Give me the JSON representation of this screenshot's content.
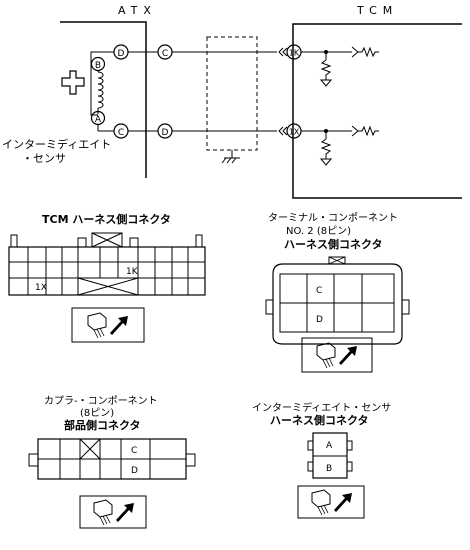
{
  "atx_label": "ATX",
  "tcm_label": "TCM",
  "pins": {
    "atx_d": "D",
    "atx_b": "B",
    "atx_a": "A",
    "atx_c": "C",
    "mid_c": "C",
    "mid_d": "D",
    "tcm_1k": "1K",
    "tcm_1x": "1X"
  },
  "sensor_label_line1": "インターミディエイト",
  "sensor_label_line2": "・センサ",
  "connectors": {
    "tcm": {
      "title": "TCM ハーネス側コネクタ",
      "cell_1k": "1K",
      "cell_1x": "1X"
    },
    "terminal": {
      "title_line1": "ターミナル・コンポーネント",
      "title_line2": "NO. 2 (8ピン)",
      "title_line3": "ハーネス側コネクタ",
      "cell_c": "C",
      "cell_d": "D"
    },
    "coupler": {
      "title_line1": "カプラ-・コンポーネント",
      "title_line2": "(8ピン)",
      "title_line3": "部品側コネクタ",
      "cell_c": "C",
      "cell_d": "D"
    },
    "sensor": {
      "title_line1": "インターミディエイト・センサ",
      "title_line2": "ハーネス側コネクタ",
      "cell_a": "A",
      "cell_b": "B"
    }
  }
}
